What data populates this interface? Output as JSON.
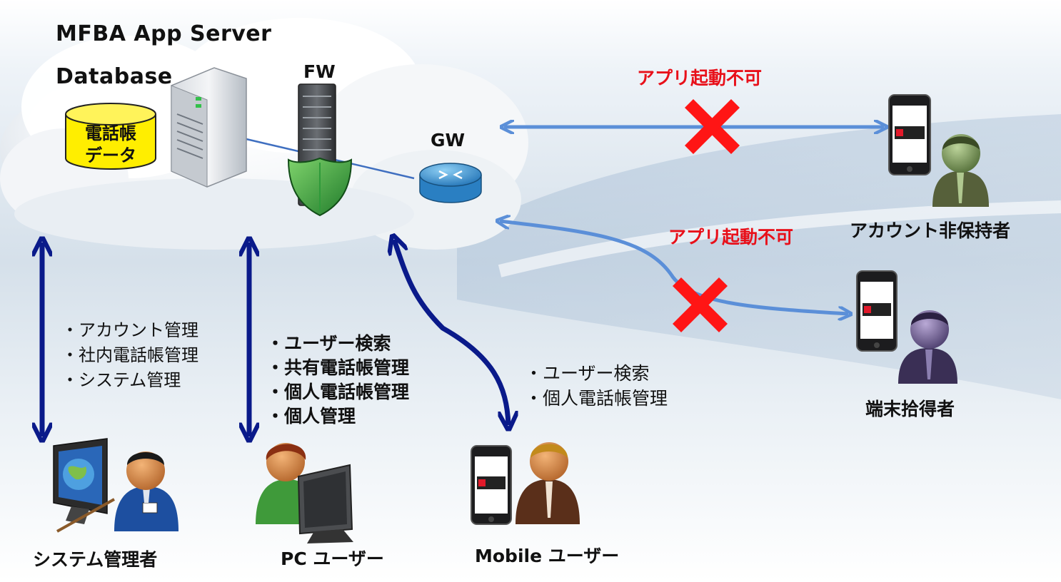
{
  "server": {
    "title": "MFBA App Server",
    "db_label": "Database",
    "db_content": [
      "電話帳",
      "データ"
    ]
  },
  "network": {
    "fw_label": "FW",
    "gw_label": "GW"
  },
  "blocked": [
    {
      "text": "アプリ起動不可",
      "user": "アカウント非保持者"
    },
    {
      "text": "アプリ起動不可",
      "user": "端末拾得者"
    }
  ],
  "actors": {
    "admin": {
      "label": "システム管理者",
      "functions": [
        "・アカウント管理",
        "・社内電話帳管理",
        "・システム管理"
      ]
    },
    "pc": {
      "label": "PC ユーザー",
      "functions": [
        "・ユーザー検索",
        "・共有電話帳管理",
        "・個人電話帳管理",
        "・個人管理"
      ]
    },
    "mobile": {
      "label": "Mobile ユーザー",
      "functions": [
        "・ユーザー検索",
        "・個人電話帳管理"
      ]
    }
  },
  "colors": {
    "blocked_text": "#e8101a",
    "cross": "#ff1515",
    "access_arrow": "#0a1a8a",
    "blocked_arrow": "#5b8fd8",
    "link_line": "#3f6fc0"
  },
  "icons": [
    "database-icon",
    "server-tower-icon",
    "firewall-icon",
    "router-icon",
    "smartphone-icon",
    "person-icon",
    "monitor-icon",
    "cross-icon"
  ]
}
